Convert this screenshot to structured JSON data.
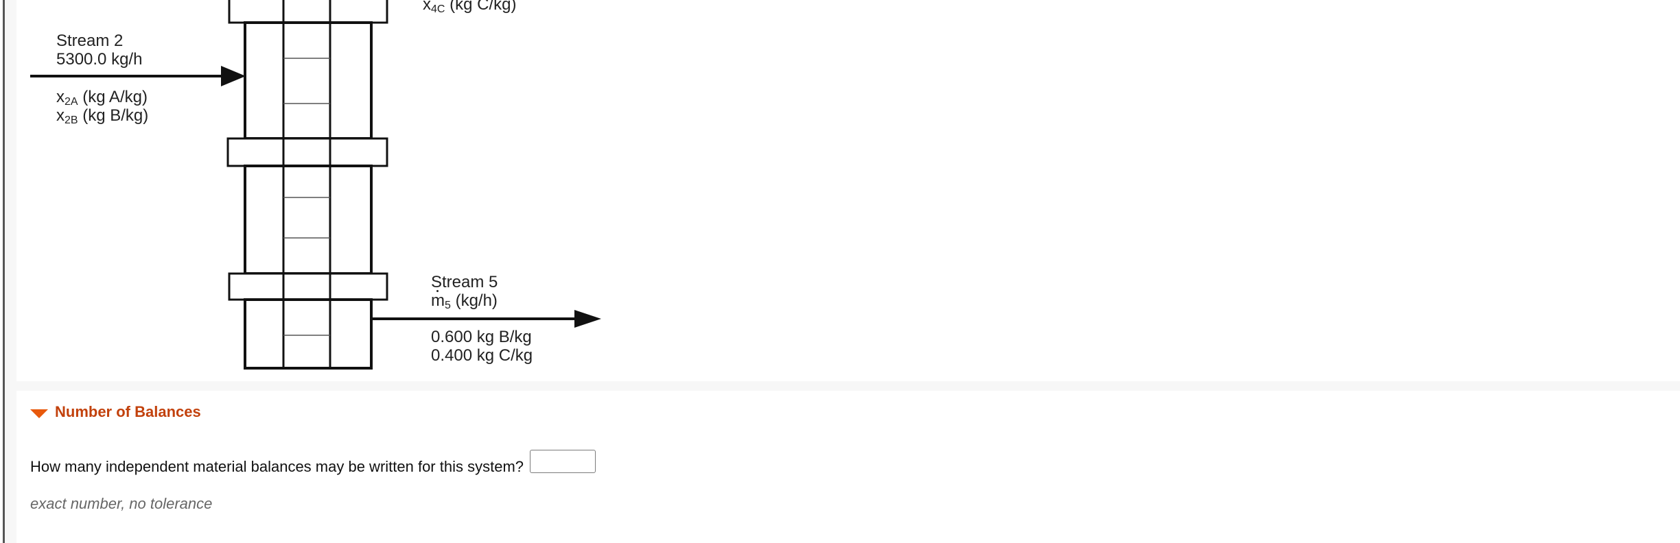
{
  "diagram": {
    "stream4_composition": "x₄C (kg C/kg)",
    "stream4_x_symbol": "x",
    "stream4_x_sub": "4C",
    "stream4_x_unit": "(kg C/kg)",
    "stream2": {
      "name": "Stream 2",
      "flow": "5300.0 kg/h",
      "x_symbol": "x",
      "comp_A_sub": "2A",
      "comp_A_unit": "(kg A/kg)",
      "comp_B_sub": "2B",
      "comp_B_unit": "(kg B/kg)"
    },
    "stream5": {
      "name": "Stream 5",
      "flow_symbol": "m",
      "flow_sub": "5",
      "flow_unit": "(kg/h)",
      "comp_B": "0.600 kg B/kg",
      "comp_C": "0.400 kg C/kg"
    }
  },
  "section": {
    "title": "Number of Balances",
    "expanded": true,
    "caret_icon": "caret-down-icon",
    "accent_color": "#e8590c"
  },
  "question": {
    "text": "How many independent material balances may be written for this system?",
    "input_value": "",
    "note": "exact number, no tolerance"
  }
}
